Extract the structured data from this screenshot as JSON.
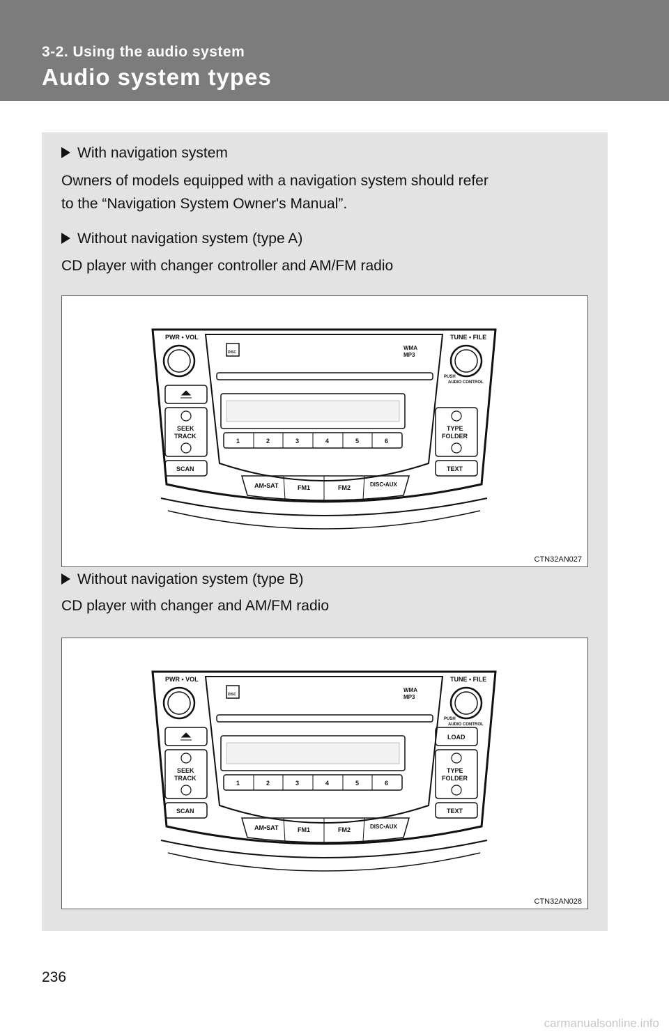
{
  "header": {
    "section": "3-2. Using the audio system",
    "title": "Audio system types"
  },
  "items": [
    {
      "heading": "With navigation system",
      "body_line1": "Owners of models equipped with a navigation system should refer",
      "body_line2": "to the “Navigation System Owner's Manual”."
    },
    {
      "heading": "Without navigation system (type A)",
      "body_line1": "CD player with changer controller and AM/FM radio"
    },
    {
      "heading": "Without navigation system (type B)",
      "body_line1": "CD player with changer and AM/FM radio"
    }
  ],
  "figures": [
    {
      "code": "CTN32AN027",
      "labels": {
        "pwr_vol": "PWR • VOL",
        "tune_file": "TUNE • FILE",
        "push": "PUSH",
        "audio_control": "AUDIO CONTROL",
        "seek": "SEEK",
        "track": "TRACK",
        "scan": "SCAN",
        "type": "TYPE",
        "folder": "FOLDER",
        "text": "TEXT",
        "am_sat": "AM•SAT",
        "fm1": "FM1",
        "fm2": "FM2",
        "disc_aux": "DISC•AUX",
        "wma": "WMA",
        "mp3": "MP3",
        "disc_logo": "DISC",
        "presets": [
          "1",
          "2",
          "3",
          "4",
          "5",
          "6"
        ]
      }
    },
    {
      "code": "CTN32AN028",
      "labels": {
        "pwr_vol": "PWR • VOL",
        "tune_file": "TUNE • FILE",
        "push": "PUSH",
        "audio_control": "AUDIO CONTROL",
        "load": "LOAD",
        "seek": "SEEK",
        "track": "TRACK",
        "scan": "SCAN",
        "type": "TYPE",
        "folder": "FOLDER",
        "text": "TEXT",
        "am_sat": "AM•SAT",
        "fm1": "FM1",
        "fm2": "FM2",
        "disc_aux": "DISC•AUX",
        "wma": "WMA",
        "mp3": "MP3",
        "disc_logo": "DISC",
        "presets": [
          "1",
          "2",
          "3",
          "4",
          "5",
          "6"
        ]
      }
    }
  ],
  "page_number": "236",
  "watermark": "carmanualsonline.info"
}
